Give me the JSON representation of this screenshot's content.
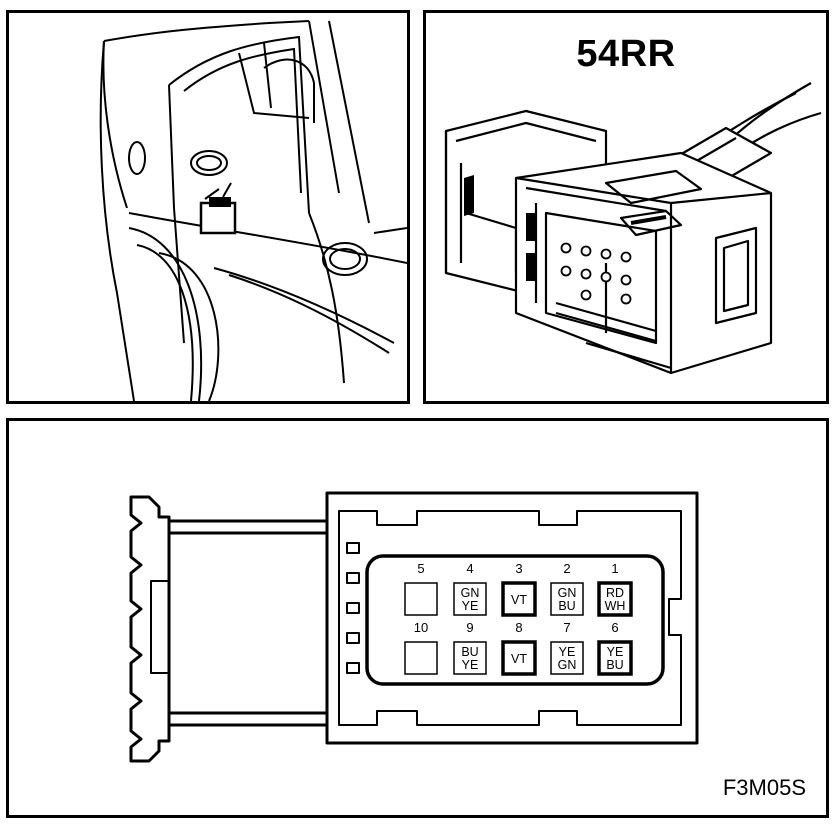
{
  "connector": {
    "title": "54RR",
    "figure_code": "F3M05S"
  },
  "pins": [
    {
      "num": "5",
      "lines": [],
      "bold": false
    },
    {
      "num": "4",
      "lines": [
        "GN",
        "YE"
      ],
      "bold": false
    },
    {
      "num": "3",
      "lines": [
        "VT"
      ],
      "bold": true
    },
    {
      "num": "2",
      "lines": [
        "GN",
        "BU"
      ],
      "bold": false
    },
    {
      "num": "1",
      "lines": [
        "RD",
        "WH"
      ],
      "bold": true
    },
    {
      "num": "10",
      "lines": [],
      "bold": false
    },
    {
      "num": "9",
      "lines": [
        "BU",
        "YE"
      ],
      "bold": false
    },
    {
      "num": "8",
      "lines": [
        "VT"
      ],
      "bold": true
    },
    {
      "num": "7",
      "lines": [
        "YE",
        "GN"
      ],
      "bold": false
    },
    {
      "num": "6",
      "lines": [
        "YE",
        "BU"
      ],
      "bold": true
    }
  ]
}
